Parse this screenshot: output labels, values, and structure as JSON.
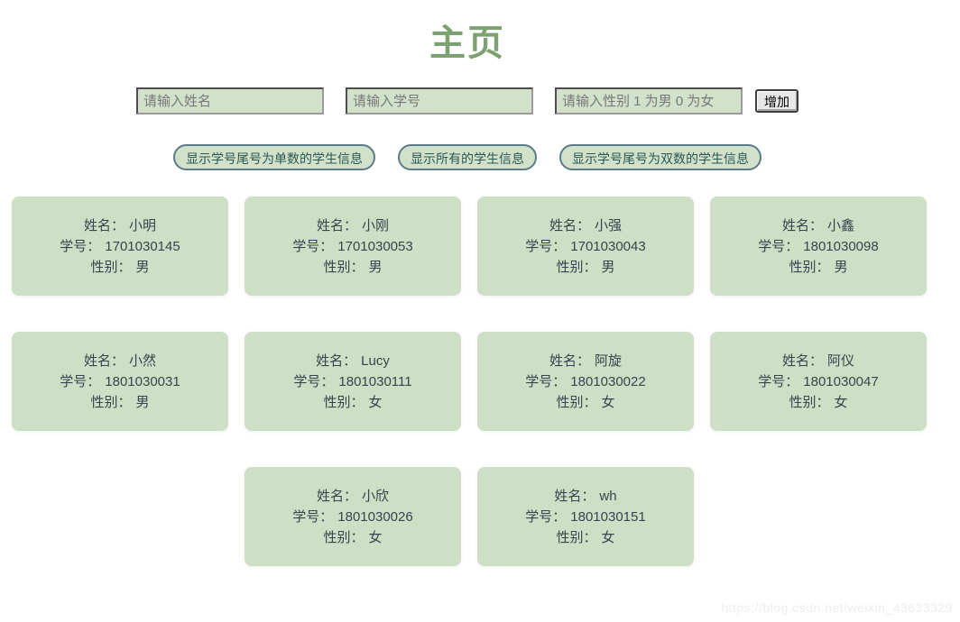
{
  "page": {
    "title": "主页",
    "watermark": "https://blog.csdn.net/weixin_43633329"
  },
  "form": {
    "name_placeholder": "请输入姓名",
    "student_id_placeholder": "请输入学号",
    "gender_placeholder": "请输入性别 1 为男 0 为女",
    "add_button_label": "增加"
  },
  "filters": {
    "odd_button_label": "显示学号尾号为单数的学生信息",
    "all_button_label": "显示所有的学生信息",
    "even_button_label": "显示学号尾号为双数的学生信息"
  },
  "card_labels": {
    "name": "姓名：",
    "student_id": "学号：",
    "gender": "性别："
  },
  "students": [
    {
      "name": "小明",
      "student_id": "1701030145",
      "gender": "男"
    },
    {
      "name": "小刚",
      "student_id": "1701030053",
      "gender": "男"
    },
    {
      "name": "小强",
      "student_id": "1701030043",
      "gender": "男"
    },
    {
      "name": "小鑫",
      "student_id": "1801030098",
      "gender": "男"
    },
    {
      "name": "小然",
      "student_id": "1801030031",
      "gender": "男"
    },
    {
      "name": "Lucy",
      "student_id": "1801030111",
      "gender": "女"
    },
    {
      "name": "阿旋",
      "student_id": "1801030022",
      "gender": "女"
    },
    {
      "name": "阿仪",
      "student_id": "1801030047",
      "gender": "女"
    },
    {
      "name": "小欣",
      "student_id": "1801030026",
      "gender": "女"
    },
    {
      "name": "wh",
      "student_id": "1801030151",
      "gender": "女"
    }
  ],
  "colors": {
    "title_green": "#7da170",
    "card_background": "#cde0c6",
    "input_background": "#d2e1ca",
    "pill_border": "#5c7b89",
    "pill_text": "#2a5852",
    "card_text": "#36444e"
  }
}
